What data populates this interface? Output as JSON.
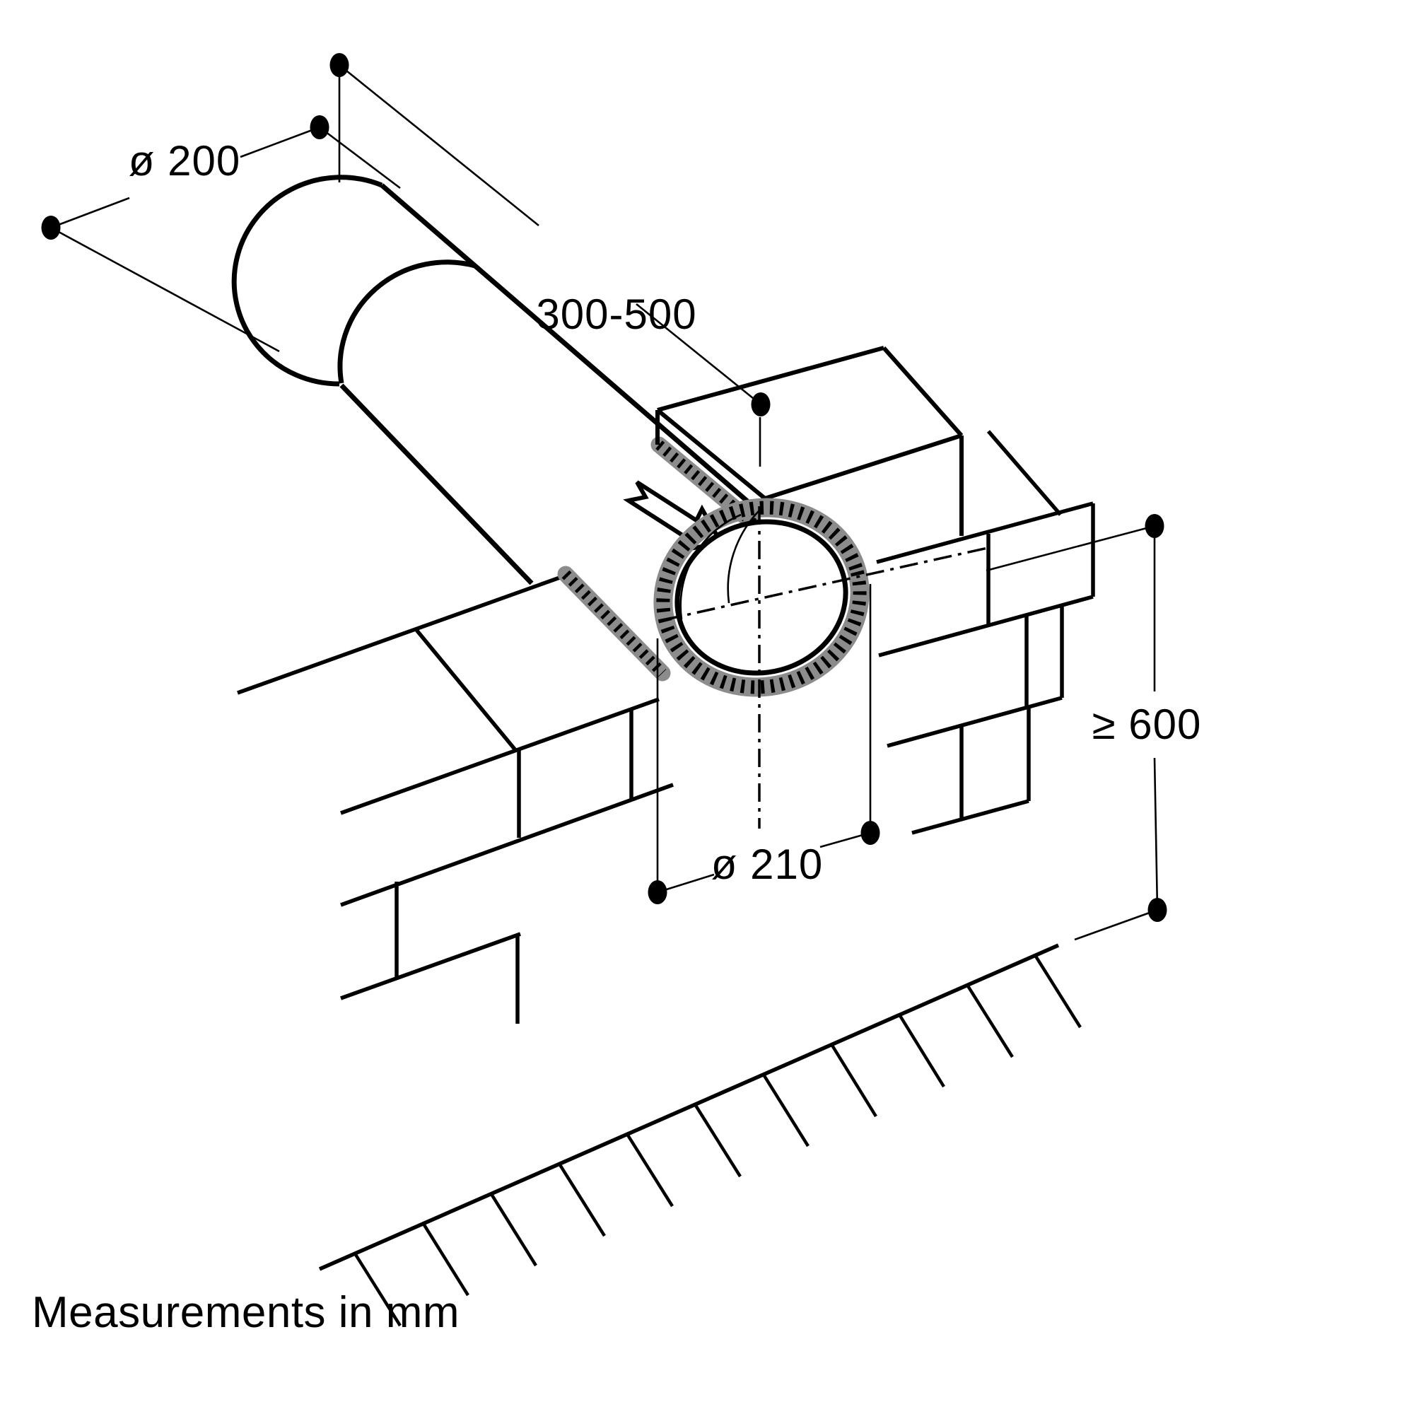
{
  "labels": {
    "tube_diameter": "ø 200",
    "tube_length_range": "300-500",
    "wall_hole_diameter": "ø 210",
    "min_floor_clearance": "≥ 600",
    "units_note": "Measurements in mm"
  },
  "icons": {
    "airflow_arrow": "airflow-arrow-icon"
  },
  "colors": {
    "line": "#000000",
    "background": "#ffffff",
    "seal_texture": "#8c8c8c"
  }
}
